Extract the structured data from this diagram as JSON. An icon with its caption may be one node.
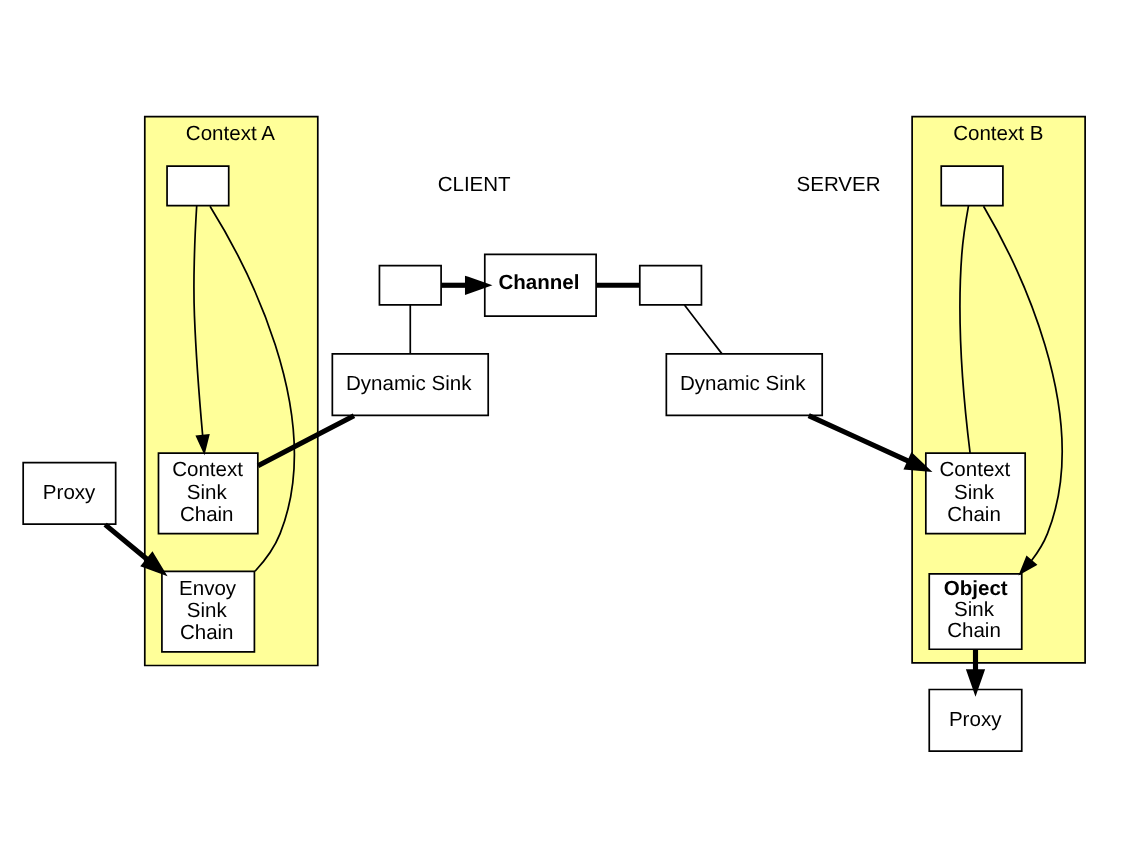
{
  "diagram": {
    "nodes": [
      {
        "text": [],
        "shape": "envelope"
      },
      {
        "text": [
          "**Channel**"
        ]
      },
      {
        "text": [],
        "shape": "envelope"
      },
      {
        "text": [
          "Dynamic Sink"
        ]
      },
      {
        "text": [
          "Context A"
        ]
      },
      {
        "text": [
          "Context Sink Chain"
        ],
        "in": 4
      },
      {
        "text": [],
        "shape": "envelope",
        "in": 4
      },
      {
        "text": [
          "Envoy Sink Chain"
        ],
        "in": 4
      },
      {
        "text": [
          "Proxy"
        ]
      },
      {
        "text": [
          "Dynamic Sink"
        ]
      },
      {
        "text": [
          "Context B"
        ]
      },
      {
        "text": [
          "Context Sink Chain"
        ],
        "in": 10
      },
      {
        "text": [],
        "shape": "envelope",
        "in": 10
      },
      {
        "text": [
          "**Object** Sink Chain"
        ],
        "in": 10
      },
      {
        "text": [
          "Proxy"
        ]
      }
    ],
    "edges": [
      {
        "from": 0,
        "to": 1,
        "arrow": "to",
        "style": "thick"
      },
      {
        "from": 1,
        "to": 2,
        "arrow": "none",
        "style": "thick"
      },
      {
        "from": 0,
        "to": 3,
        "arrow": "none"
      },
      {
        "from": 3,
        "to": 5,
        "arrow": "none",
        "style": "thick"
      },
      {
        "from": 8,
        "to": 7,
        "arrow": "to",
        "style": "thick"
      },
      {
        "from": 7,
        "to": 6,
        "arrow": "none"
      },
      {
        "from": 6,
        "to": 5,
        "arrow": "to"
      },
      {
        "from": 2,
        "to": 9,
        "arrow": "none"
      },
      {
        "from": 9,
        "to": 11,
        "arrow": "to",
        "style": "thick"
      },
      {
        "from": 11,
        "to": 12,
        "arrow": "none"
      },
      {
        "from": 12,
        "to": 13,
        "arrow": "to"
      },
      {
        "from": 13,
        "to": 14,
        "arrow": "to",
        "style": "thick"
      }
    ],
    "labels": [
      "CLIENT",
      "SERVER"
    ]
  }
}
